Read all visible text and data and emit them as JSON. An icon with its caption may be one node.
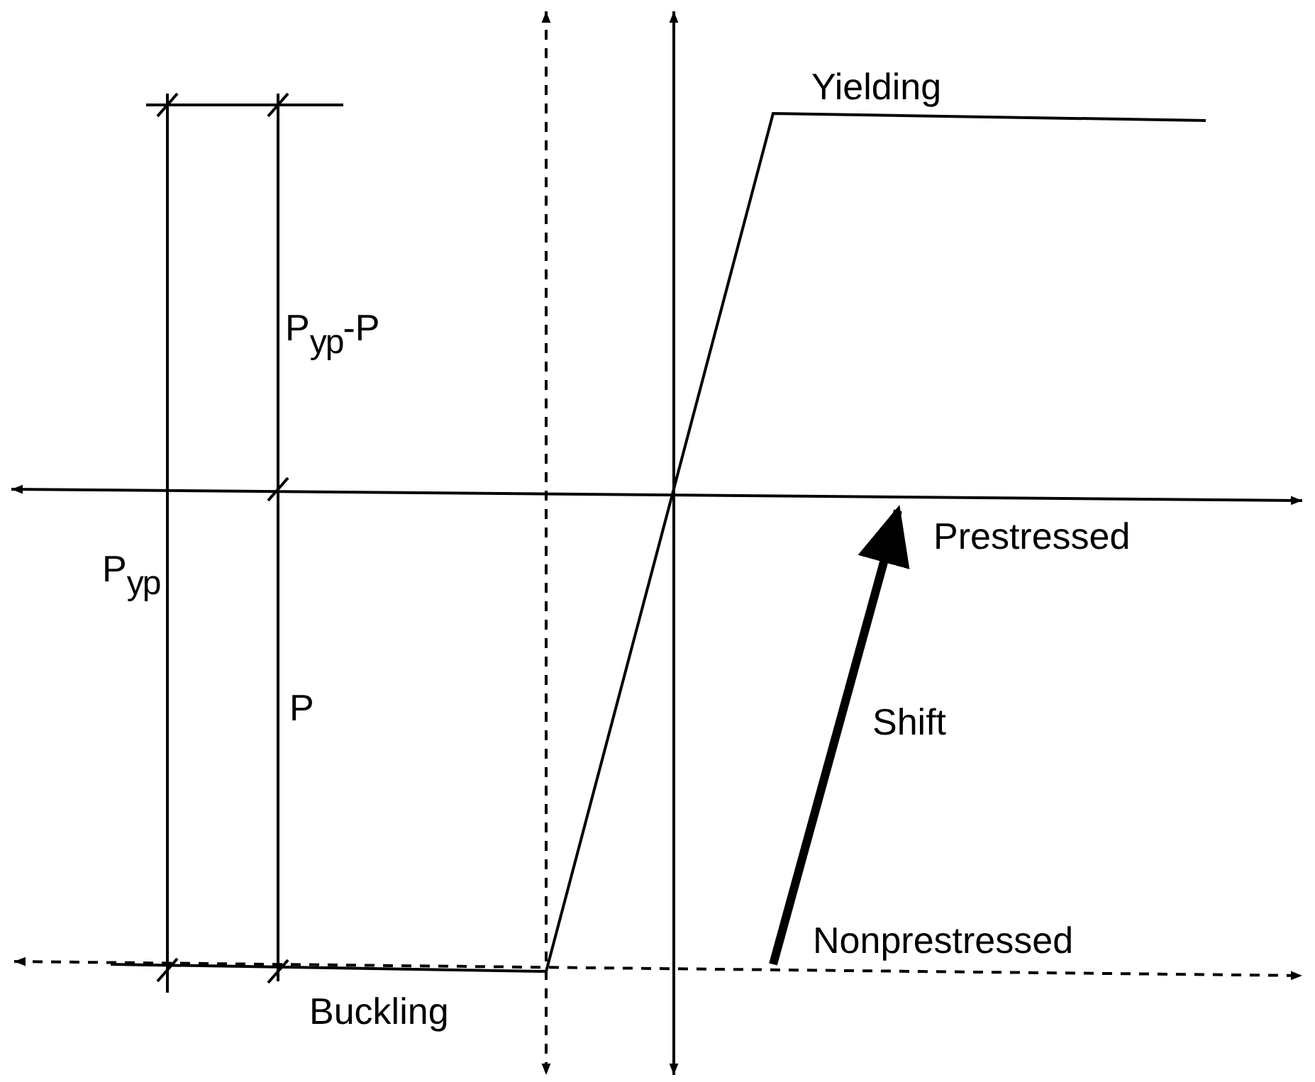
{
  "diagram": {
    "labels": [
      "Yielding",
      "P$_{yp}$-P",
      "Prestressed",
      "P$_{yp}$",
      "P",
      "Shift",
      "Nonprestressed",
      "Buckling"
    ]
  }
}
